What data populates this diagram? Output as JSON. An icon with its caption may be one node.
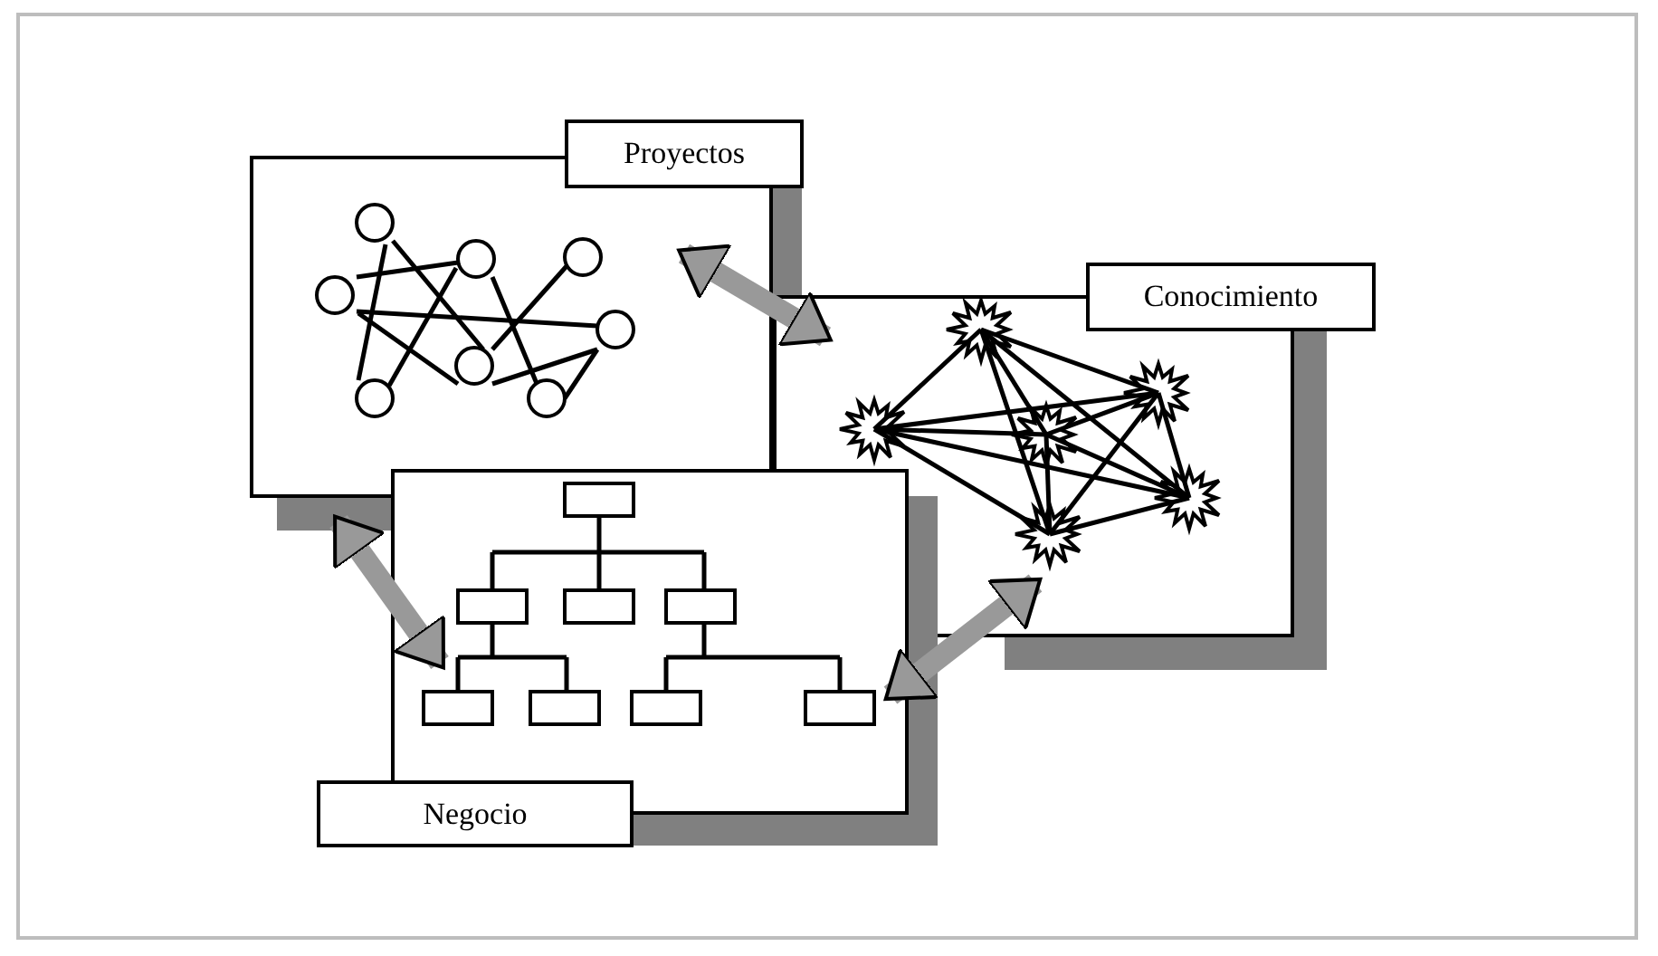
{
  "diagram": {
    "nodes": [
      {
        "text": [
          "Proyectos"
        ]
      },
      {
        "text": [
          "Conocimiento"
        ]
      },
      {
        "text": [
          "Negocio"
        ]
      }
    ],
    "edges": [
      {
        "from": 0,
        "to": 1,
        "arrow": "both"
      },
      {
        "from": 2,
        "to": 0,
        "arrow": "both"
      },
      {
        "from": 1,
        "to": 2,
        "arrow": "both"
      }
    ]
  }
}
